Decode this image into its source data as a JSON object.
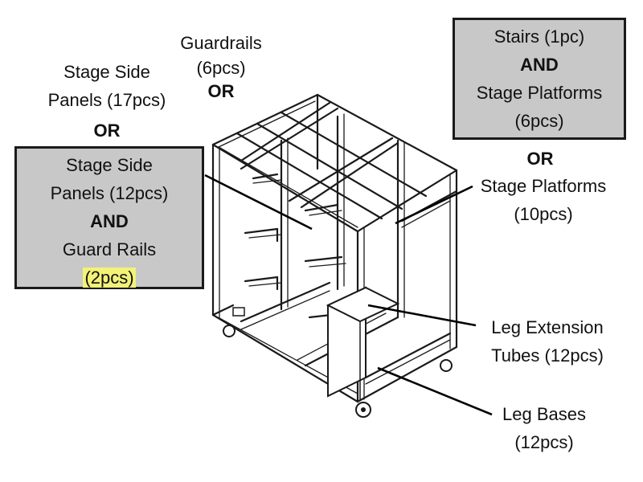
{
  "left": {
    "option1": {
      "line1": "Stage Side",
      "line2": "Panels (17pcs)"
    },
    "or": "OR",
    "box": {
      "line1": "Stage Side",
      "line2": "Panels (12pcs)",
      "and": "AND",
      "line3": "Guard Rails",
      "highlighted": "(2pcs)"
    }
  },
  "top": {
    "line1": "Guardrails",
    "line2": "(6pcs)",
    "or": "OR"
  },
  "right": {
    "box": {
      "line1": "Stairs (1pc)",
      "and": "AND",
      "line2": "Stage Platforms",
      "line3": "(6pcs)"
    },
    "or": "OR",
    "option2": {
      "line1": "Stage Platforms",
      "line2": "(10pcs)"
    }
  },
  "callouts": {
    "leg_extension": {
      "line1": "Leg Extension",
      "line2": "Tubes (12pcs)"
    },
    "leg_bases": {
      "line1": "Leg Bases",
      "line2": "(12pcs)"
    }
  },
  "colors": {
    "box_fill": "#c8c8c8",
    "highlight": "#f2f278",
    "line": "#1a1a1a"
  }
}
